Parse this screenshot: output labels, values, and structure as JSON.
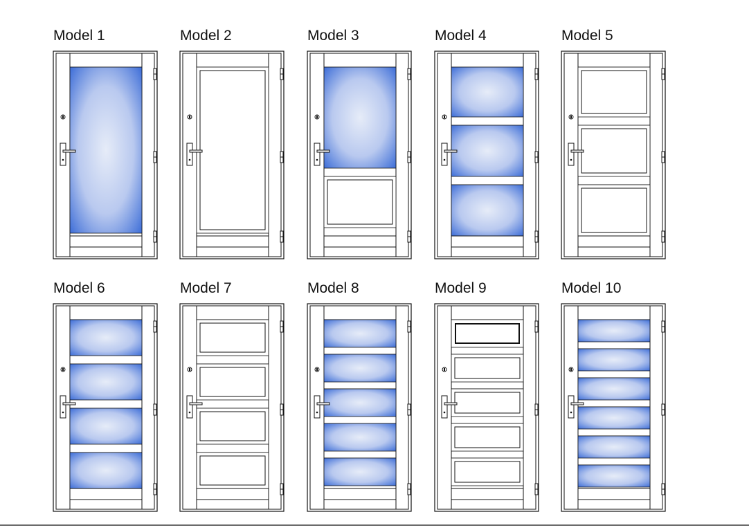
{
  "doors": [
    {
      "title": "Model 1",
      "panels": [
        {
          "fill": "glass",
          "span": 240
        }
      ],
      "bottom_rail": true
    },
    {
      "title": "Model 2",
      "panels": [
        {
          "fill": "blank-framed",
          "span": 240
        }
      ],
      "bottom_rail": true
    },
    {
      "title": "Model 3",
      "panels": [
        {
          "fill": "glass",
          "span": 146
        },
        {
          "fill": "blank-framed",
          "span": 74
        }
      ],
      "bottom_rail": true
    },
    {
      "title": "Model 4",
      "panels": [
        {
          "fill": "glass",
          "span": 72
        },
        {
          "fill": "glass",
          "span": 74
        },
        {
          "fill": "glass",
          "span": 74
        }
      ],
      "bottom_rail": true
    },
    {
      "title": "Model 5",
      "panels": [
        {
          "fill": "blank-framed",
          "span": 72
        },
        {
          "fill": "blank-framed",
          "span": 74
        },
        {
          "fill": "blank-framed",
          "span": 74
        }
      ],
      "bottom_rail": true
    },
    {
      "title": "Model 6",
      "panels": [
        {
          "fill": "glass",
          "span": 52
        },
        {
          "fill": "glass",
          "span": 52
        },
        {
          "fill": "glass",
          "span": 52
        },
        {
          "fill": "glass",
          "span": 52
        }
      ],
      "bottom_rail": true
    },
    {
      "title": "Model 7",
      "panels": [
        {
          "fill": "blank-framed",
          "span": 52
        },
        {
          "fill": "blank-framed",
          "span": 52
        },
        {
          "fill": "blank-framed",
          "span": 52
        },
        {
          "fill": "blank-framed",
          "span": 52
        }
      ],
      "bottom_rail": true
    },
    {
      "title": "Model 8",
      "panels": [
        {
          "fill": "glass",
          "span": 40
        },
        {
          "fill": "glass",
          "span": 40
        },
        {
          "fill": "glass",
          "span": 40
        },
        {
          "fill": "glass",
          "span": 40
        },
        {
          "fill": "glass",
          "span": 40
        }
      ],
      "bottom_rail": true
    },
    {
      "title": "Model 9",
      "panels": [
        {
          "fill": "blank-framed-dark",
          "span": 40
        },
        {
          "fill": "blank-framed",
          "span": 40
        },
        {
          "fill": "blank-framed",
          "span": 40
        },
        {
          "fill": "blank-framed",
          "span": 40
        },
        {
          "fill": "blank-framed",
          "span": 40
        }
      ],
      "bottom_rail": true
    },
    {
      "title": "Model 10",
      "panels": [
        {
          "fill": "glass",
          "span": 32
        },
        {
          "fill": "glass",
          "span": 32
        },
        {
          "fill": "glass",
          "span": 32
        },
        {
          "fill": "glass",
          "span": 32
        },
        {
          "fill": "glass",
          "span": 32
        },
        {
          "fill": "glass",
          "span": 32
        }
      ],
      "bottom_rail": true
    }
  ],
  "colors": {
    "glass_center": "#e6ecf8",
    "glass_edge": "#3f6fd8",
    "line": "#111111",
    "frame_fill": "#ffffff"
  },
  "icons": {
    "handle": "lever-handle-icon",
    "lock": "cylinder-lock-icon",
    "hinge": "hinge-icon"
  }
}
